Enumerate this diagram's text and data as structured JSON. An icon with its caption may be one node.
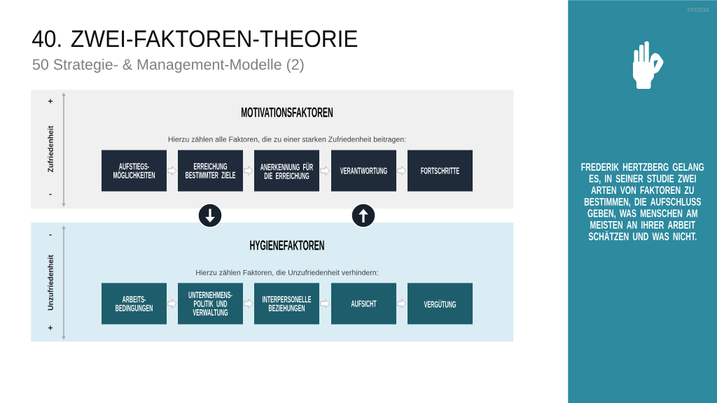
{
  "diagram": {
    "title": "40. ZWEI-FAKTOREN-THEORIE",
    "nodes": [
      {
        "text": [
          "MOTIVATIONSFAKTOREN",
          "Hierzu zählen alle Faktoren, die zu einer starken Zufriedenheit beitragen:"
        ]
      },
      {
        "text": [
          "AUFSTIEGS- MÖGLICHKEITEN"
        ],
        "in": 0
      },
      {
        "text": [
          "ERREICHUNG BESTIMMTER ZIELE"
        ],
        "in": 0
      },
      {
        "text": [
          "ANERKENNUNG FÜR DIE ERREICHUNG"
        ],
        "in": 0
      },
      {
        "text": [
          "VERANTWORTUNG"
        ],
        "in": 0
      },
      {
        "text": [
          "FORTSCHRITTE"
        ],
        "in": 0
      },
      {
        "text": [
          "HYGIENEFAKTOREN",
          "Hierzu zählen Faktoren, die Unzufriedenheit verhindern:"
        ]
      },
      {
        "text": [
          "ARBEITS- BEDINGUNGEN"
        ],
        "in": 6
      },
      {
        "text": [
          "UNTERNEHMENS- POLITIK UND VERWALTUNG"
        ],
        "in": 6
      },
      {
        "text": [
          "INTERPERSONELLE BEZIEHUNGEN"
        ],
        "in": 6
      },
      {
        "text": [
          "AUFSICHT"
        ],
        "in": 6
      },
      {
        "text": [
          "VERGÜTUNG"
        ],
        "in": 6
      },
      {
        "text": [
          "FREDERIK HERTZBERG GELANG ES, IN SEINER STUDIE ZWEI ARTEN VON FAKTOREN ZU BESTIMMEN, DIE AUFSCHLUSS GEBEN, WAS MENSCHEN AM MEISTEN AN IHRER ARBEIT SCHÄTZEN UND WAS NICHT."
        ]
      }
    ],
    "edges": [
      {
        "from": 1,
        "to": 2,
        "arrow": "to"
      },
      {
        "from": 2,
        "to": 3,
        "arrow": "to"
      },
      {
        "from": 3,
        "to": 4,
        "arrow": "to"
      },
      {
        "from": 4,
        "to": 5,
        "arrow": "to"
      },
      {
        "from": 7,
        "to": 8,
        "arrow": "to"
      },
      {
        "from": 8,
        "to": 9,
        "arrow": "to"
      },
      {
        "from": 9,
        "to": 10,
        "arrow": "to"
      },
      {
        "from": 10,
        "to": 11,
        "arrow": "to"
      },
      {
        "from": 0,
        "to": 6,
        "arrow": "to",
        "color": "#ffffff"
      },
      {
        "from": 6,
        "to": 0,
        "arrow": "to",
        "color": "#ffffff"
      }
    ],
    "labels": [
      "50 Strategie- & Management-Modelle (2)",
      "+",
      "Zufriedenheit",
      "-",
      "-",
      "Unzufriedenheit",
      "+",
      "#XD034"
    ]
  }
}
